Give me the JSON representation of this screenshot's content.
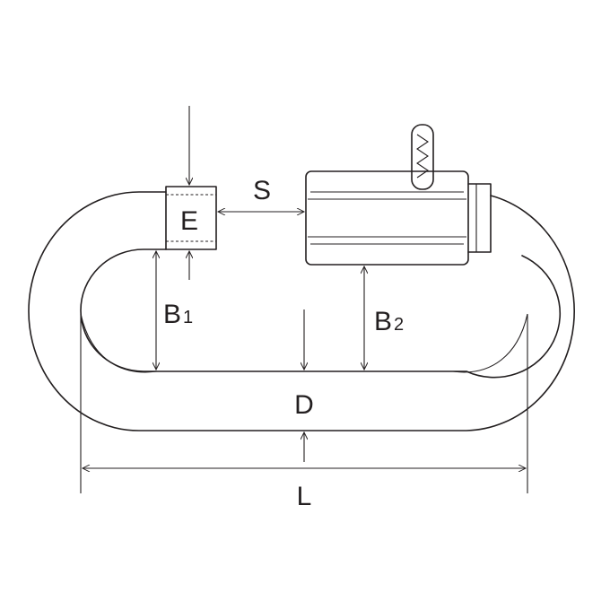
{
  "labels": {
    "E": "E",
    "S": "S",
    "B1_main": "B",
    "B1_sub": "1",
    "B2_main": "B",
    "B2_sub": "2",
    "D": "D",
    "L": "L"
  },
  "colors": {
    "line": "#231f20",
    "background": "#ffffff"
  }
}
